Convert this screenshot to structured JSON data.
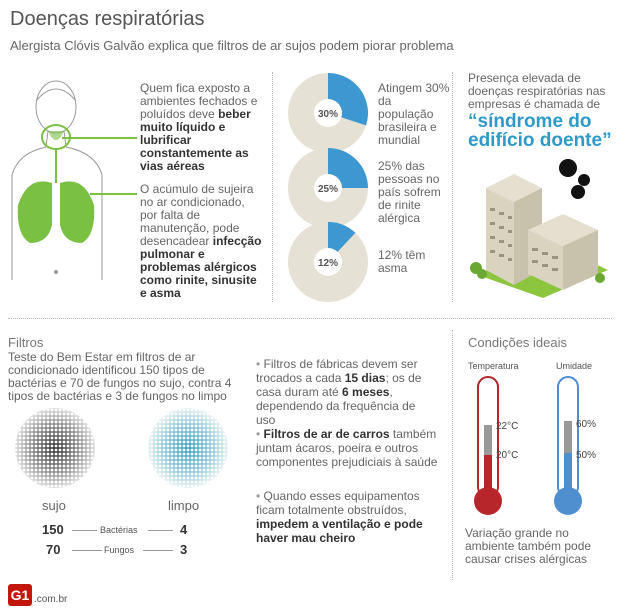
{
  "header": {
    "title": "Doenças respiratórias",
    "subtitle": "Alergista Clóvis Galvão explica que filtros de ar sujos podem piorar problema"
  },
  "body_panel": {
    "text1_pre": "Quem fica exposto a ambientes fechados e poluídos deve ",
    "text1_bold": "beber muito líquido e lubrificar constantemente as vias aéreas",
    "text2_pre": "O acúmulo de sujeira no ar condicionado, por falta de manutenção, pode desencadear ",
    "text2_bold": "infecção pulmonar e problemas alérgicos como rinite, sinusite e asma"
  },
  "stats": [
    {
      "percent": 30,
      "label": "30%",
      "text": "Atingem 30% da população brasileira e mundial"
    },
    {
      "percent": 25,
      "label": "25%",
      "text": "25% das pessoas no país sofrem de rinite alérgica"
    },
    {
      "percent": 12,
      "label": "12%",
      "text": "12% têm asma"
    }
  ],
  "building": {
    "intro": "Presença elevada de doenças respiratórias nas empresas é chamada de",
    "quote": "“síndrome do edifício doente”"
  },
  "filters": {
    "heading": "Filtros",
    "intro": "Teste do Bem Estar em filtros de ar condicionado identificou 150 tipos de bactérias e 70 de fungos no sujo, contra 4 tipos de bactérias e 3 de fungos no limpo",
    "dirty_label": "sujo",
    "clean_label": "limpo",
    "rows": [
      {
        "name": "Bactérias",
        "dirty": "150",
        "clean": "4"
      },
      {
        "name": "Fungos",
        "dirty": "70",
        "clean": "3"
      }
    ],
    "bullet1_pre": "Filtros de fábricas devem ser trocados a cada ",
    "bullet1_b1": "15 dias",
    "bullet1_mid": "; os de casa duram até ",
    "bullet1_b2": "6 meses",
    "bullet1_post": ", dependendo da frequência de uso",
    "bullet2_bold": "Filtros de ar de carros",
    "bullet2_post": " também juntam ácaros, poeira e outros componentes prejudiciais à saúde",
    "bullet3_pre": "Quando esses equipamentos ficam totalmente obstruídos, ",
    "bullet3_bold": "impedem a ventilação e pode haver mau cheiro"
  },
  "conditions": {
    "heading": "Condições ideais",
    "temp_label": "Temperatura",
    "hum_label": "Umidade",
    "temp_high": "22°C",
    "temp_low": "20°C",
    "hum_high": "60%",
    "hum_low": "50%",
    "note": "Variação grande no ambiente também pode causar crises alérgicas"
  },
  "footer": {
    "logo": "G1",
    "domain": ".com.br"
  },
  "colors": {
    "accent_blue": "#3d97d0",
    "pie_gray": "#e6e1d5",
    "lung_green": "#7ac043",
    "therm_red": "#b7262b",
    "therm_blue": "#4f8fd0"
  }
}
